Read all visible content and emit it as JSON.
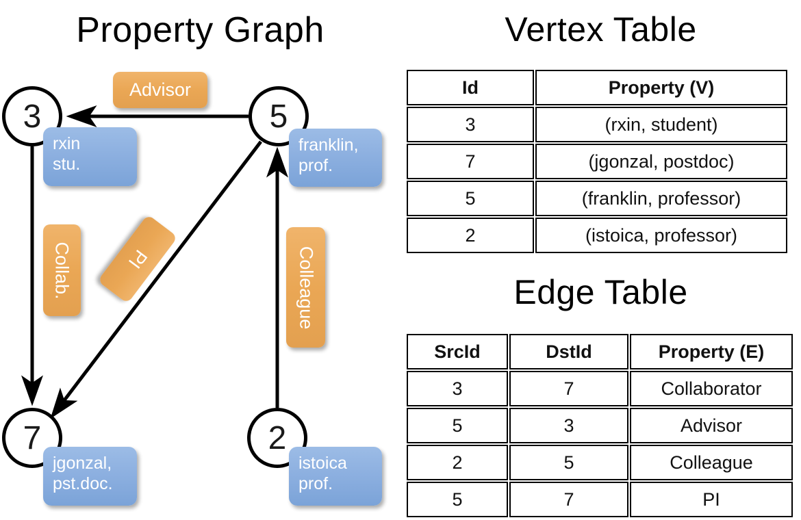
{
  "titles": {
    "property_graph": "Property Graph",
    "vertex_table": "Vertex Table",
    "edge_table": "Edge Table"
  },
  "colors": {
    "vertex_fill": "#d3dff1",
    "edge_fill": "#f7dfc5",
    "node_box": "#8db0e0",
    "edge_label_box": "#eaa755",
    "stroke": "#000000",
    "background": "#ffffff"
  },
  "graph": {
    "nodes": [
      {
        "id": "3",
        "label_line1": "rxin",
        "label_line2": "stu."
      },
      {
        "id": "5",
        "label_line1": "franklin,",
        "label_line2": "prof."
      },
      {
        "id": "7",
        "label_line1": "jgonzal,",
        "label_line2": "pst.doc."
      },
      {
        "id": "2",
        "label_line1": "istoica",
        "label_line2": "prof."
      }
    ],
    "edge_labels": [
      {
        "text": "Advisor",
        "orientation": "horizontal"
      },
      {
        "text": "Collab.",
        "orientation": "vertical"
      },
      {
        "text": "PI",
        "orientation": "diagonal"
      },
      {
        "text": "Colleague",
        "orientation": "vertical"
      }
    ],
    "edges": [
      {
        "from": "5",
        "to": "3",
        "label": "Advisor"
      },
      {
        "from": "3",
        "to": "7",
        "label": "Collab."
      },
      {
        "from": "5",
        "to": "7",
        "label": "PI"
      },
      {
        "from": "2",
        "to": "5",
        "label": "Colleague"
      }
    ]
  },
  "vertex_table": {
    "headers": [
      "Id",
      "Property (V)"
    ],
    "rows": [
      {
        "id": "3",
        "property": "(rxin, student)"
      },
      {
        "id": "7",
        "property": "(jgonzal, postdoc)"
      },
      {
        "id": "5",
        "property": "(franklin, professor)"
      },
      {
        "id": "2",
        "property": "(istoica, professor)"
      }
    ]
  },
  "edge_table": {
    "headers": [
      "SrcId",
      "DstId",
      "Property (E)"
    ],
    "rows": [
      {
        "src": "3",
        "dst": "7",
        "property": "Collaborator"
      },
      {
        "src": "5",
        "dst": "3",
        "property": "Advisor"
      },
      {
        "src": "2",
        "dst": "5",
        "property": "Colleague"
      },
      {
        "src": "5",
        "dst": "7",
        "property": "PI"
      }
    ]
  }
}
